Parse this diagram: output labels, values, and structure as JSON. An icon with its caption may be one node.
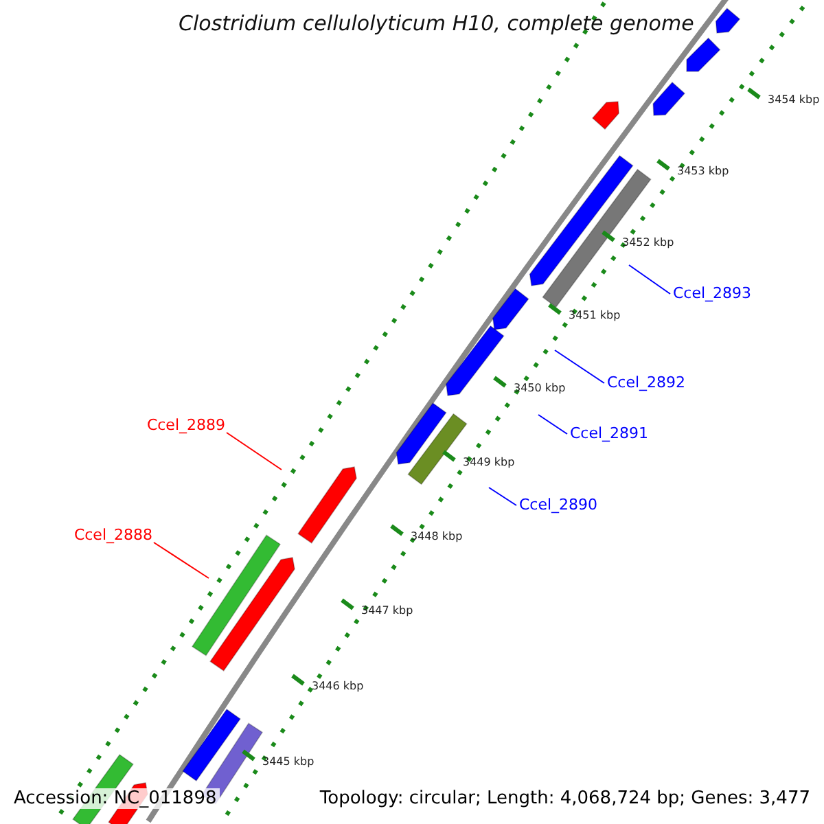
{
  "diagram": {
    "title": "Clostridium cellulolyticum H10, complete genome",
    "nodes": [
      {
        "text": [
          "Ccel_2893"
        ]
      },
      {
        "text": [
          "Ccel_2892"
        ]
      },
      {
        "text": [
          "Ccel_2889"
        ]
      },
      {
        "text": [
          "Ccel_2891"
        ]
      },
      {
        "text": [
          "Ccel_2890"
        ]
      },
      {
        "text": [
          "Ccel_2888"
        ]
      }
    ],
    "edges": [
      {
        "from": 0,
        "to": null,
        "arrow": "none",
        "color": "#0000ff"
      },
      {
        "from": 1,
        "to": null,
        "arrow": "none",
        "color": "#0000ff"
      },
      {
        "from": 2,
        "to": null,
        "arrow": "none",
        "color": "#ff0000"
      },
      {
        "from": 3,
        "to": null,
        "arrow": "none",
        "color": "#0000ff"
      },
      {
        "from": 4,
        "to": null,
        "arrow": "none",
        "color": "#0000ff"
      },
      {
        "from": 5,
        "to": null,
        "arrow": "none",
        "color": "#ff0000"
      }
    ],
    "labels": [
      "3454 kbp",
      "3453 kbp",
      "3452 kbp",
      "3451 kbp",
      "3450 kbp",
      "3449 kbp",
      "3448 kbp",
      "3447 kbp",
      "3446 kbp",
      "3445 kbp",
      "Accession: NC_011898",
      "Topology: circular; Length: 4,068,724 bp; Genes: 3,477"
    ]
  }
}
